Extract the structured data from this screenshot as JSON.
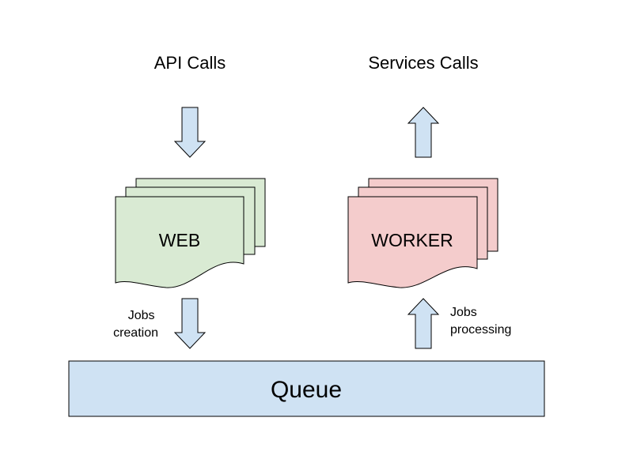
{
  "diagram": {
    "api_calls": "API Calls",
    "services_calls": "Services Calls",
    "web": "WEB",
    "worker": "WORKER",
    "jobs_creation": [
      "Jobs",
      "creation"
    ],
    "jobs_processing": [
      "Jobs",
      "processing"
    ],
    "queue": "Queue"
  },
  "colors": {
    "arrow_fill": "#cfe2f3",
    "web_fill": "#d9ead3",
    "worker_fill": "#f4cccc",
    "queue_fill": "#cfe2f3",
    "stroke": "#000000"
  }
}
